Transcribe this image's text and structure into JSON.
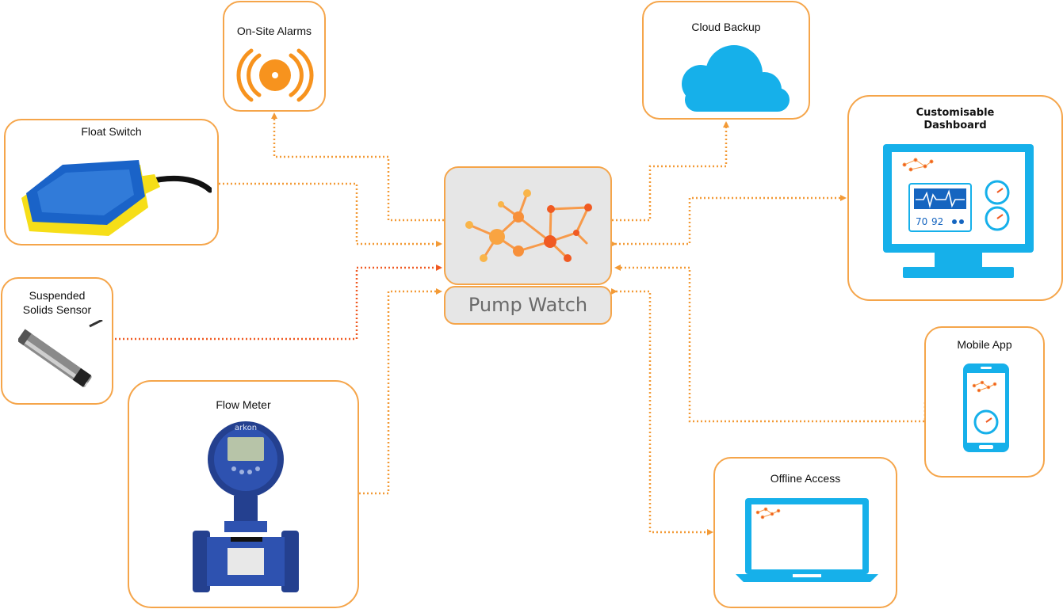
{
  "hub": {
    "label": "Pump Watch"
  },
  "inputs": {
    "float_switch": "Float Switch",
    "suspended_solids_line1": "Suspended",
    "suspended_solids_line2": "Solids Sensor",
    "flow_meter": "Flow Meter"
  },
  "outputs": {
    "alarms": "On-Site Alarms",
    "cloud": "Cloud Backup",
    "dashboard_line1": "Customisable",
    "dashboard_line2": "Dashboard",
    "mobile": "Mobile App",
    "offline": "Offline Access"
  },
  "dashboard_readout": {
    "value1": "70",
    "value2": "92"
  },
  "device_text": {
    "brand": "arkon"
  },
  "colors": {
    "card_border": "#f5a54a",
    "connector": "#f39a36",
    "connector_accent": "#f05a22",
    "hub_fill": "#e6e6e6",
    "device_blue": "#16b0ea",
    "alarm_orange": "#f7931e"
  }
}
